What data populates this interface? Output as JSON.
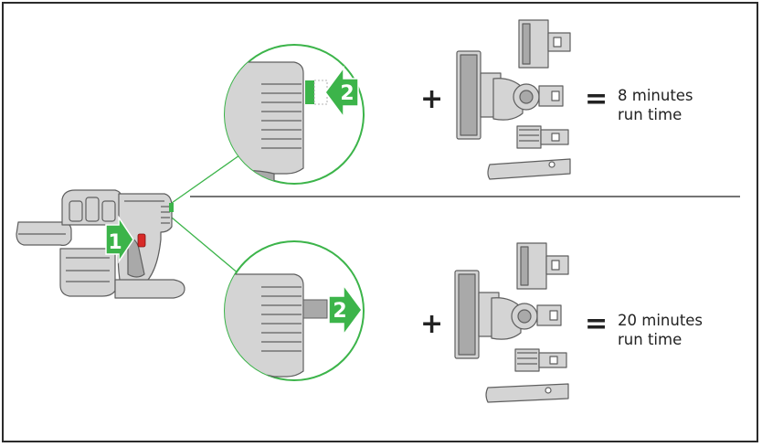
{
  "colors": {
    "accent": "#3cb44a",
    "line": "#5f5f5f",
    "fill": "#d4d4d4",
    "fill_dark": "#a9a9a9",
    "trigger": "#d82a28",
    "divider": "#222222"
  },
  "icons": [
    "handheld-vacuum-icon",
    "trigger-icon",
    "detail-circle-icon",
    "battery-button-icon",
    "motorized-floor-tool-icon",
    "mini-motorized-tool-icon",
    "combination-tool-icon",
    "crevice-tool-icon"
  ],
  "step_badges": {
    "one": "1",
    "two": "2"
  },
  "rows": [
    {
      "plus": "+",
      "equals": "=",
      "runtime_line1": "8 minutes",
      "runtime_line2": "run time"
    },
    {
      "plus": "+",
      "equals": "=",
      "runtime_line1": "20 minutes",
      "runtime_line2": "run time"
    }
  ]
}
